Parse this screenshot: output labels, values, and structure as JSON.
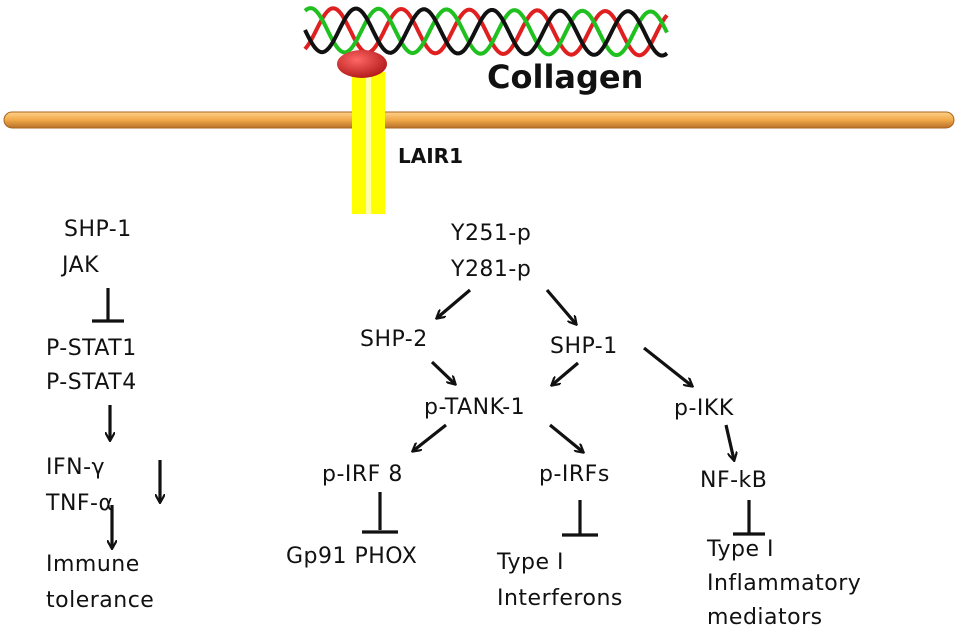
{
  "title": "Collagen",
  "receptor": "LAIR1",
  "nodes": {
    "shp1_left": "SHP-1",
    "jak": "JAK",
    "pstat1": "P-STAT1",
    "pstat4": "P-STAT4",
    "ifn": "IFN-γ",
    "tnf": "TNF-α",
    "immune": "Immune",
    "tolerance": "tolerance",
    "y251": "Y251-p",
    "y281": "Y281-p",
    "shp2": "SHP-2",
    "shp1_right": "SHP-1",
    "ptank": "p-TANK-1",
    "pikk": "p-IKK",
    "pirf8": "p-IRF 8",
    "pirfs": "p-IRFs",
    "nfkb": "NF-kB",
    "gp91": "Gp91 PHOX",
    "type1a": "Type I",
    "interferons": "Interferons",
    "type1b": "Type I",
    "inflammatory": "Inflammatory",
    "mediators": "mediators"
  },
  "colors": {
    "membrane": "#f0a848",
    "receptor": "#ffff00",
    "ligand_dot": "#cc2222",
    "helix_red": "#e02020",
    "helix_green": "#20c020",
    "helix_black": "#111111"
  }
}
